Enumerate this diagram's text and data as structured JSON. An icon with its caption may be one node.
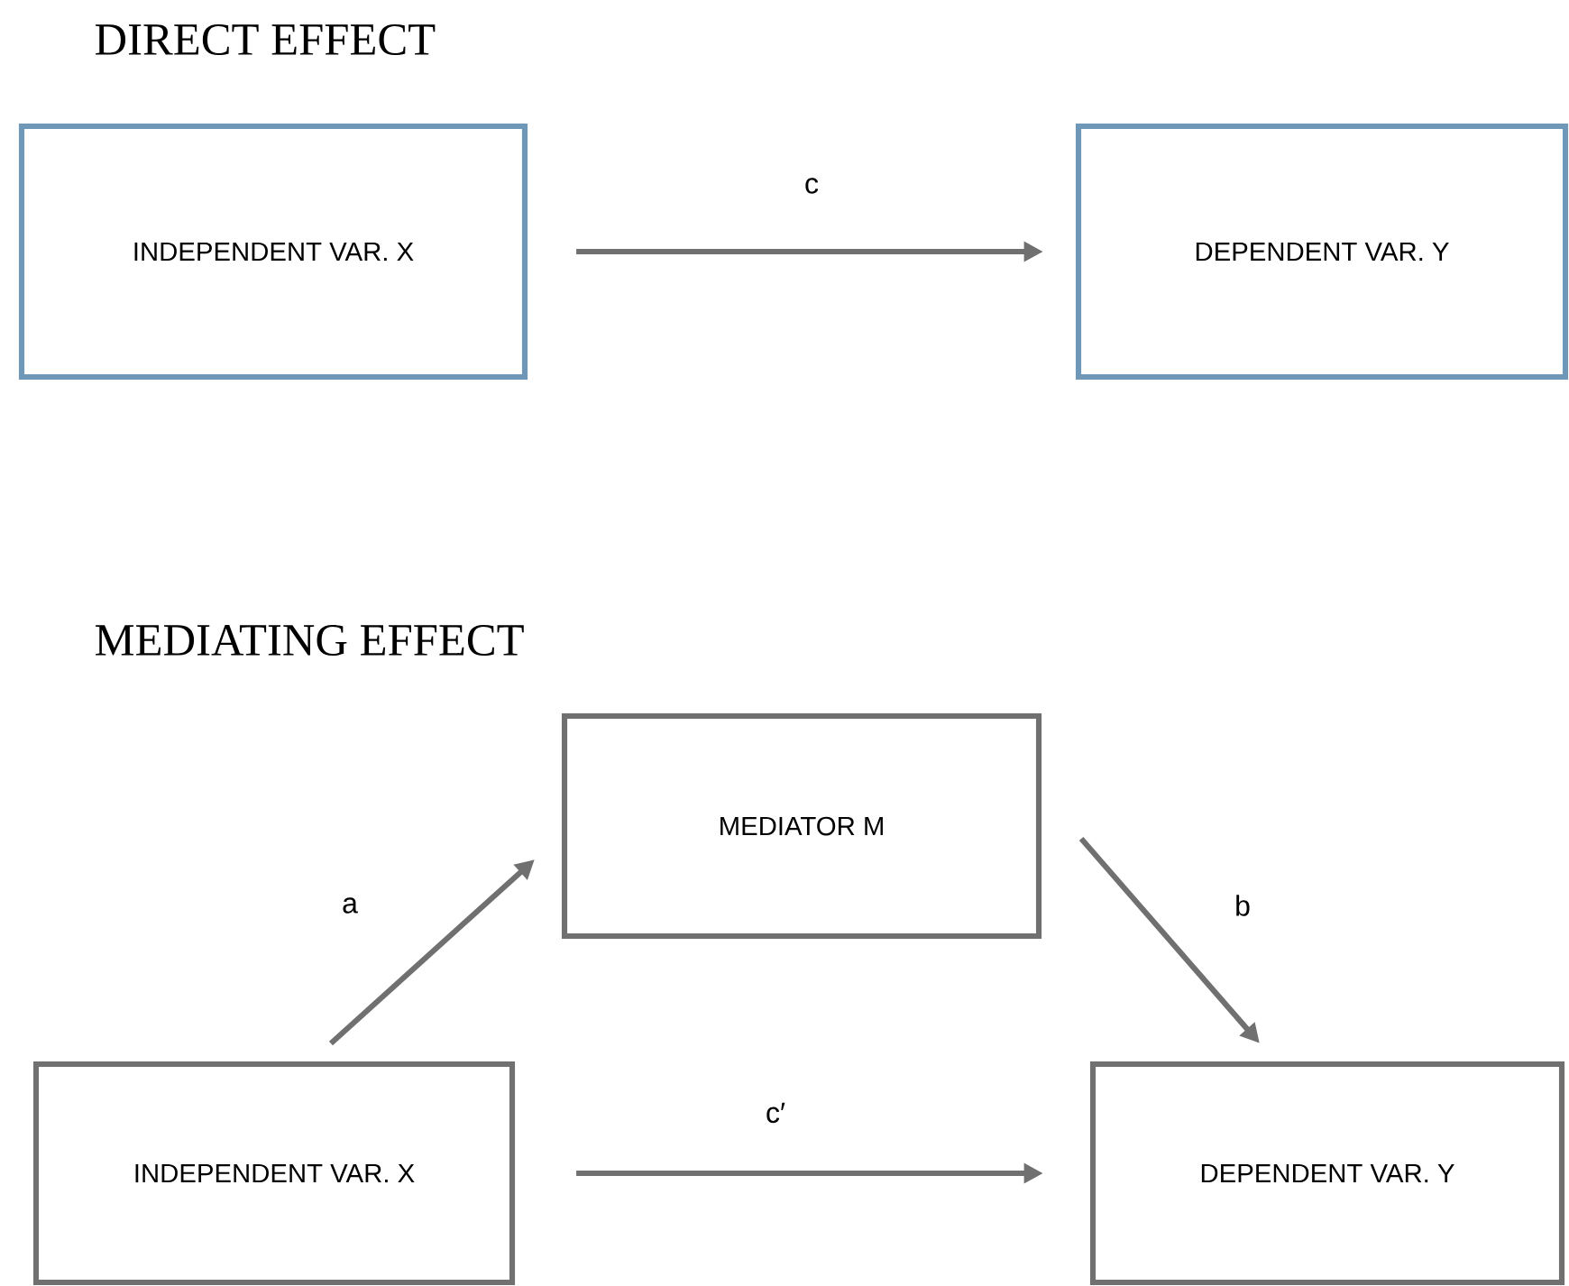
{
  "diagram": {
    "nodes": [
      {
        "text": [
          "INDEPENDENT VAR. X"
        ]
      },
      {
        "text": [
          "DEPENDENT VAR. Y"
        ]
      },
      {
        "text": [
          "MEDIATOR M"
        ]
      },
      {
        "text": [
          "INDEPENDENT VAR. X"
        ]
      },
      {
        "text": [
          "DEPENDENT VAR. Y"
        ]
      }
    ],
    "edges": [
      {
        "from": 0,
        "to": 1,
        "arrow": "to",
        "label": "c"
      },
      {
        "from": 3,
        "to": 2,
        "arrow": "to",
        "label": "a"
      },
      {
        "from": 2,
        "to": 4,
        "arrow": "to",
        "label": "b"
      },
      {
        "from": 3,
        "to": 4,
        "arrow": "to",
        "label": "c′"
      }
    ],
    "labels": [
      "DIRECT EFFECT",
      "MEDIATING EFFECT"
    ]
  }
}
